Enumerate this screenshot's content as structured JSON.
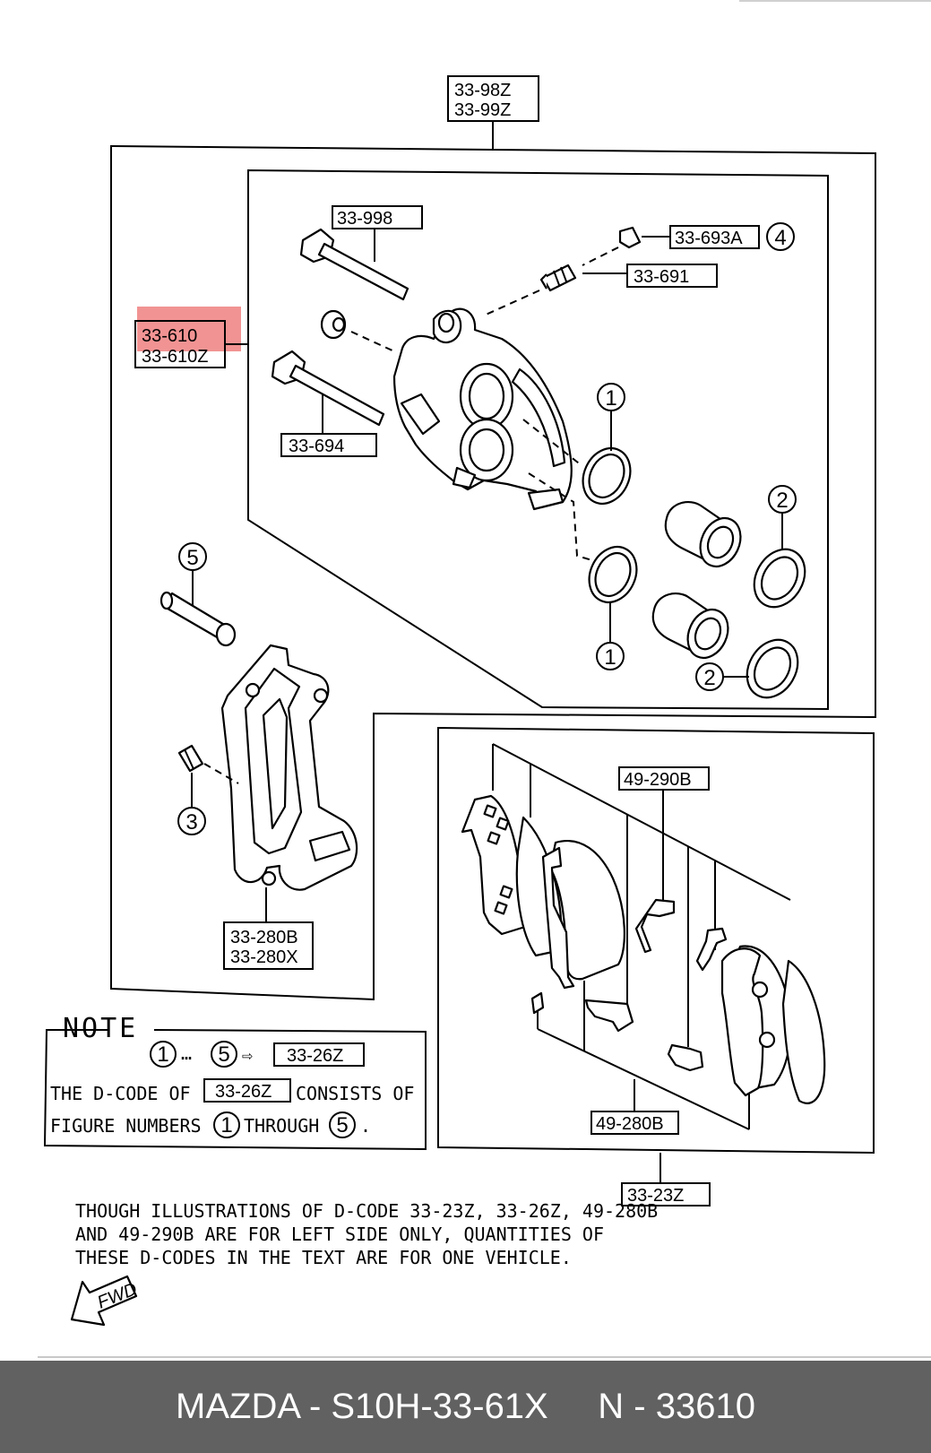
{
  "labels": {
    "top_a": "33-98Z",
    "top_b": "33-99Z",
    "bolt_upper": "33-998",
    "bleeder_cap": "33-693A",
    "bleeder_screw": "33-691",
    "caliper_a": "33-610",
    "caliper_b": "33-610Z",
    "bolt_lower": "33-694",
    "bracket_a": "33-280B",
    "bracket_b": "33-280X",
    "pad_clip": "49-290B",
    "pad_set": "49-280B",
    "pad_kit": "33-23Z"
  },
  "circled": {
    "n1": "1",
    "n2": "2",
    "n3": "3",
    "n4": "4",
    "n5": "5"
  },
  "note": {
    "title": "NOTE",
    "range_sep": "…",
    "arrow": "⇨",
    "kit_code": "33-26Z",
    "line1_start": "THE D-CODE OF",
    "line1_end": "CONSISTS OF",
    "line2_start": "FIGURE NUMBERS",
    "line2_mid": "THROUGH",
    "line2_end": "."
  },
  "footnote": {
    "line1": "THOUGH ILLUSTRATIONS OF D-CODE 33-23Z, 33-26Z, 49-280B",
    "line2": "AND 49-290B ARE FOR LEFT SIDE ONLY, QUANTITIES OF",
    "line3": "THESE D-CODES IN THE TEXT ARE FOR ONE VEHICLE."
  },
  "fwd": "FWD",
  "footer": "MAZDA - S10H-33-61X     N - 33610",
  "colors": {
    "highlight": "#f08080",
    "footer_bg": "#616161",
    "footer_text": "#ffffff"
  }
}
